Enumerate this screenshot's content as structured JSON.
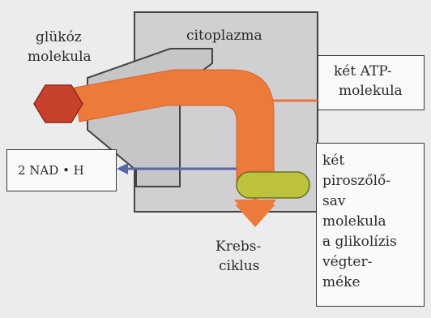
{
  "labels": {
    "glucose_line1": "glükóz",
    "glucose_line2": "molekula",
    "cytoplasm": "citoplazma",
    "atp_line1": "két ATP-",
    "atp_line2": "molekula",
    "nadh": "2 NAD • H",
    "pyruvate_lines": [
      "két",
      "piroszőlő-",
      "sav",
      "molekula –",
      "a glikolízis",
      "végter-",
      "méke"
    ],
    "krebs_line1": "Krebs-",
    "krebs_line2": "ciklus"
  },
  "colors": {
    "background": "#ececee",
    "cytoplasm": "#d0d0d2",
    "glucose": "#c8412a",
    "pathway": "#ec7a3a",
    "pyruvate": "#bcc23c",
    "atp_arrow": "#e8743c",
    "nadh_arrow": "#5866a8",
    "box_fill": "#fafafa"
  }
}
